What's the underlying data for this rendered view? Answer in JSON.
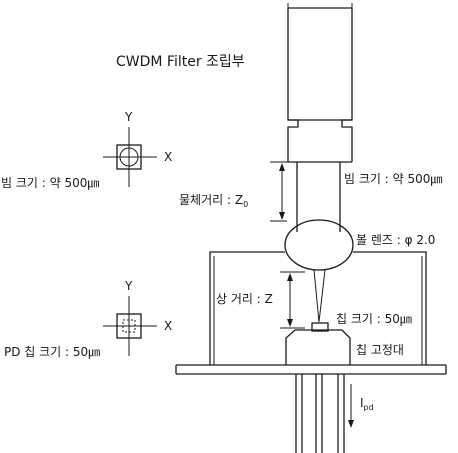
{
  "labels": {
    "title": "CWDM Filter 조립부",
    "top_axis_y": "Y",
    "top_axis_x": "X",
    "beam_size_left": "빔 크기 : 약 500㎛",
    "object_distance": "물체거리 : Z",
    "object_distance_sub": "0",
    "beam_size_right": "빔 크기 : 약 500㎛",
    "ball_lens": "볼 렌즈 : φ 2.0",
    "bottom_axis_y": "Y",
    "bottom_axis_x": "X",
    "image_distance": "상 거리 : Z",
    "chip_size": "칩 크기 : 50㎛",
    "pd_chip_size": "PD 칩 크기 : 50㎛",
    "chip_holder": "칩 고정대",
    "current": "I",
    "current_sub": "pd"
  }
}
